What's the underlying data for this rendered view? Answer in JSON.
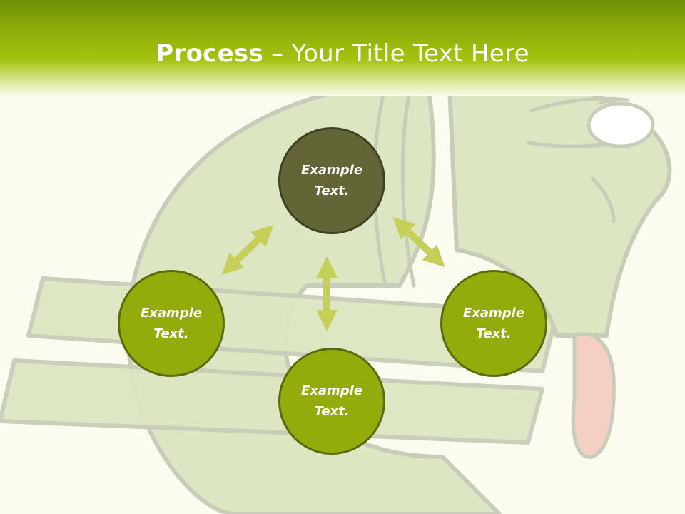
{
  "slide": {
    "title_bold": "Process",
    "title_rest": " – Your Title Text Here"
  },
  "nodes": [
    {
      "label": "Example Text.",
      "style": "dark"
    },
    {
      "label": "Example Text.",
      "style": "green"
    },
    {
      "label": "Example Text.",
      "style": "green"
    },
    {
      "label": "Example Text.",
      "style": "green"
    }
  ],
  "colors": {
    "header_dark": "#6f8f06",
    "header_light": "#a4c30f",
    "node_green": "#93ac0c",
    "node_dark": "#636537",
    "arrow": "#c6cf59",
    "background": "#fbfcef"
  }
}
